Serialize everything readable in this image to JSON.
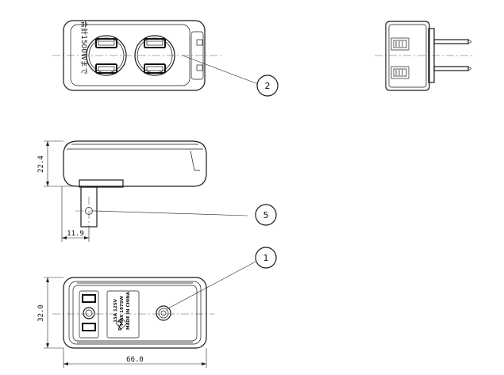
{
  "views": {
    "top": {
      "marking": "合計1500Wまで"
    },
    "bottom": {
      "label_line1": "15A 125V",
      "label_line2": "MAX 1875W",
      "label_line3": "MADE IN CHINA",
      "mark_text": "PS E"
    }
  },
  "dimensions": {
    "height": "22.4",
    "plug_offset": "11.9",
    "width": "32.0",
    "length": "66.0"
  },
  "callouts": {
    "c2": "2",
    "c5": "5",
    "c1": "1"
  }
}
